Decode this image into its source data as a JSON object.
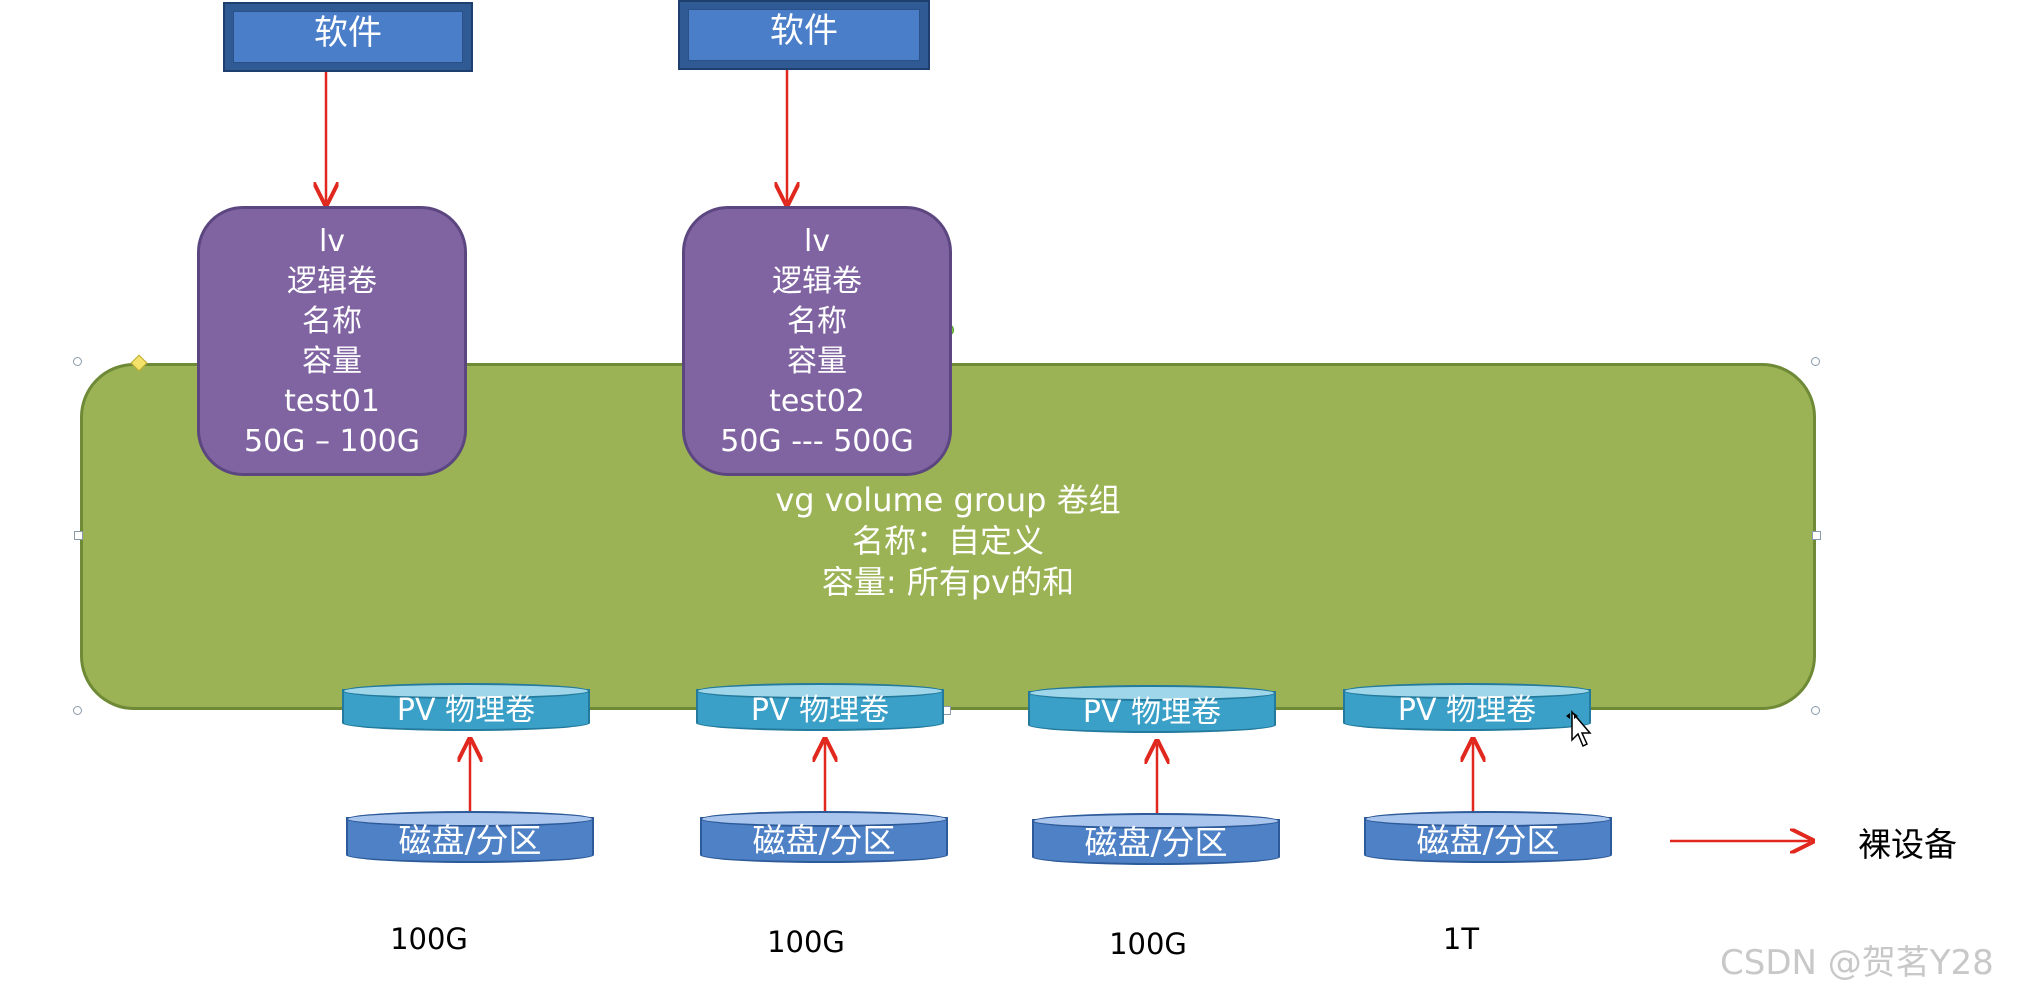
{
  "software": [
    {
      "label": "软件"
    },
    {
      "label": "软件"
    }
  ],
  "lv": [
    {
      "lines": [
        "lv",
        "逻辑卷",
        "名称",
        "容量",
        "test01",
        "50G – 100G"
      ]
    },
    {
      "lines": [
        "lv",
        "逻辑卷",
        "名称",
        "容量",
        "test02",
        "50G ---  500G"
      ]
    }
  ],
  "vg": {
    "lines": [
      "vg  volume  group  卷组",
      "名称：自定义",
      "容量: 所有pv的和"
    ]
  },
  "pv": [
    {
      "label": "PV  物理卷"
    },
    {
      "label": "PV  物理卷"
    },
    {
      "label": "PV  物理卷"
    },
    {
      "label": "PV  物理卷"
    }
  ],
  "disks": [
    {
      "label": "磁盘/分区",
      "size": "100G"
    },
    {
      "label": "磁盘/分区",
      "size": "100G"
    },
    {
      "label": "磁盘/分区",
      "size": "100G"
    },
    {
      "label": "磁盘/分区",
      "size": "1T"
    }
  ],
  "legend": {
    "label": "裸设备"
  },
  "watermark": "CSDN @贺茗Y28",
  "colors": {
    "arrow": "#e0281e",
    "vg": "#9bb355",
    "lv": "#8064a2",
    "pv": "#3aa0c8",
    "disk": "#4f81c6",
    "software": "#4a7ec8"
  }
}
